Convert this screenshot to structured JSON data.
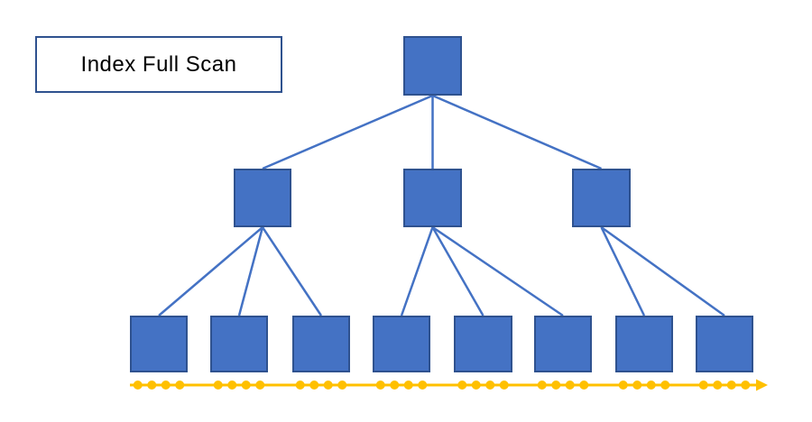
{
  "title": {
    "label": "Index Full Scan"
  },
  "colors": {
    "background": "#FFFFFF",
    "node_fill": "#4472C4",
    "node_border": "#2F528F",
    "connector": "#4472C4",
    "label_border": "#2F528F",
    "scan_line": "#FFC000"
  },
  "tree": {
    "nodes": [
      {
        "id": "root",
        "level": "root"
      },
      {
        "id": "branch-1",
        "level": "branch"
      },
      {
        "id": "branch-2",
        "level": "branch"
      },
      {
        "id": "branch-3",
        "level": "branch"
      },
      {
        "id": "leaf-1",
        "level": "leaf"
      },
      {
        "id": "leaf-2",
        "level": "leaf"
      },
      {
        "id": "leaf-3",
        "level": "leaf"
      },
      {
        "id": "leaf-4",
        "level": "leaf"
      },
      {
        "id": "leaf-5",
        "level": "leaf"
      },
      {
        "id": "leaf-6",
        "level": "leaf"
      },
      {
        "id": "leaf-7",
        "level": "leaf"
      },
      {
        "id": "leaf-8",
        "level": "leaf"
      }
    ],
    "edges": [
      {
        "from": "root",
        "to": "branch-1"
      },
      {
        "from": "root",
        "to": "branch-2"
      },
      {
        "from": "root",
        "to": "branch-3"
      },
      {
        "from": "branch-1",
        "to": "leaf-1"
      },
      {
        "from": "branch-1",
        "to": "leaf-2"
      },
      {
        "from": "branch-1",
        "to": "leaf-3"
      },
      {
        "from": "branch-2",
        "to": "leaf-4"
      },
      {
        "from": "branch-2",
        "to": "leaf-5"
      },
      {
        "from": "branch-2",
        "to": "leaf-6"
      },
      {
        "from": "branch-3",
        "to": "leaf-7"
      },
      {
        "from": "branch-3",
        "to": "leaf-8"
      }
    ]
  },
  "scan_path": {
    "direction": "left-to-right",
    "dots_per_leaf": 4,
    "has_arrowhead_right": true
  }
}
